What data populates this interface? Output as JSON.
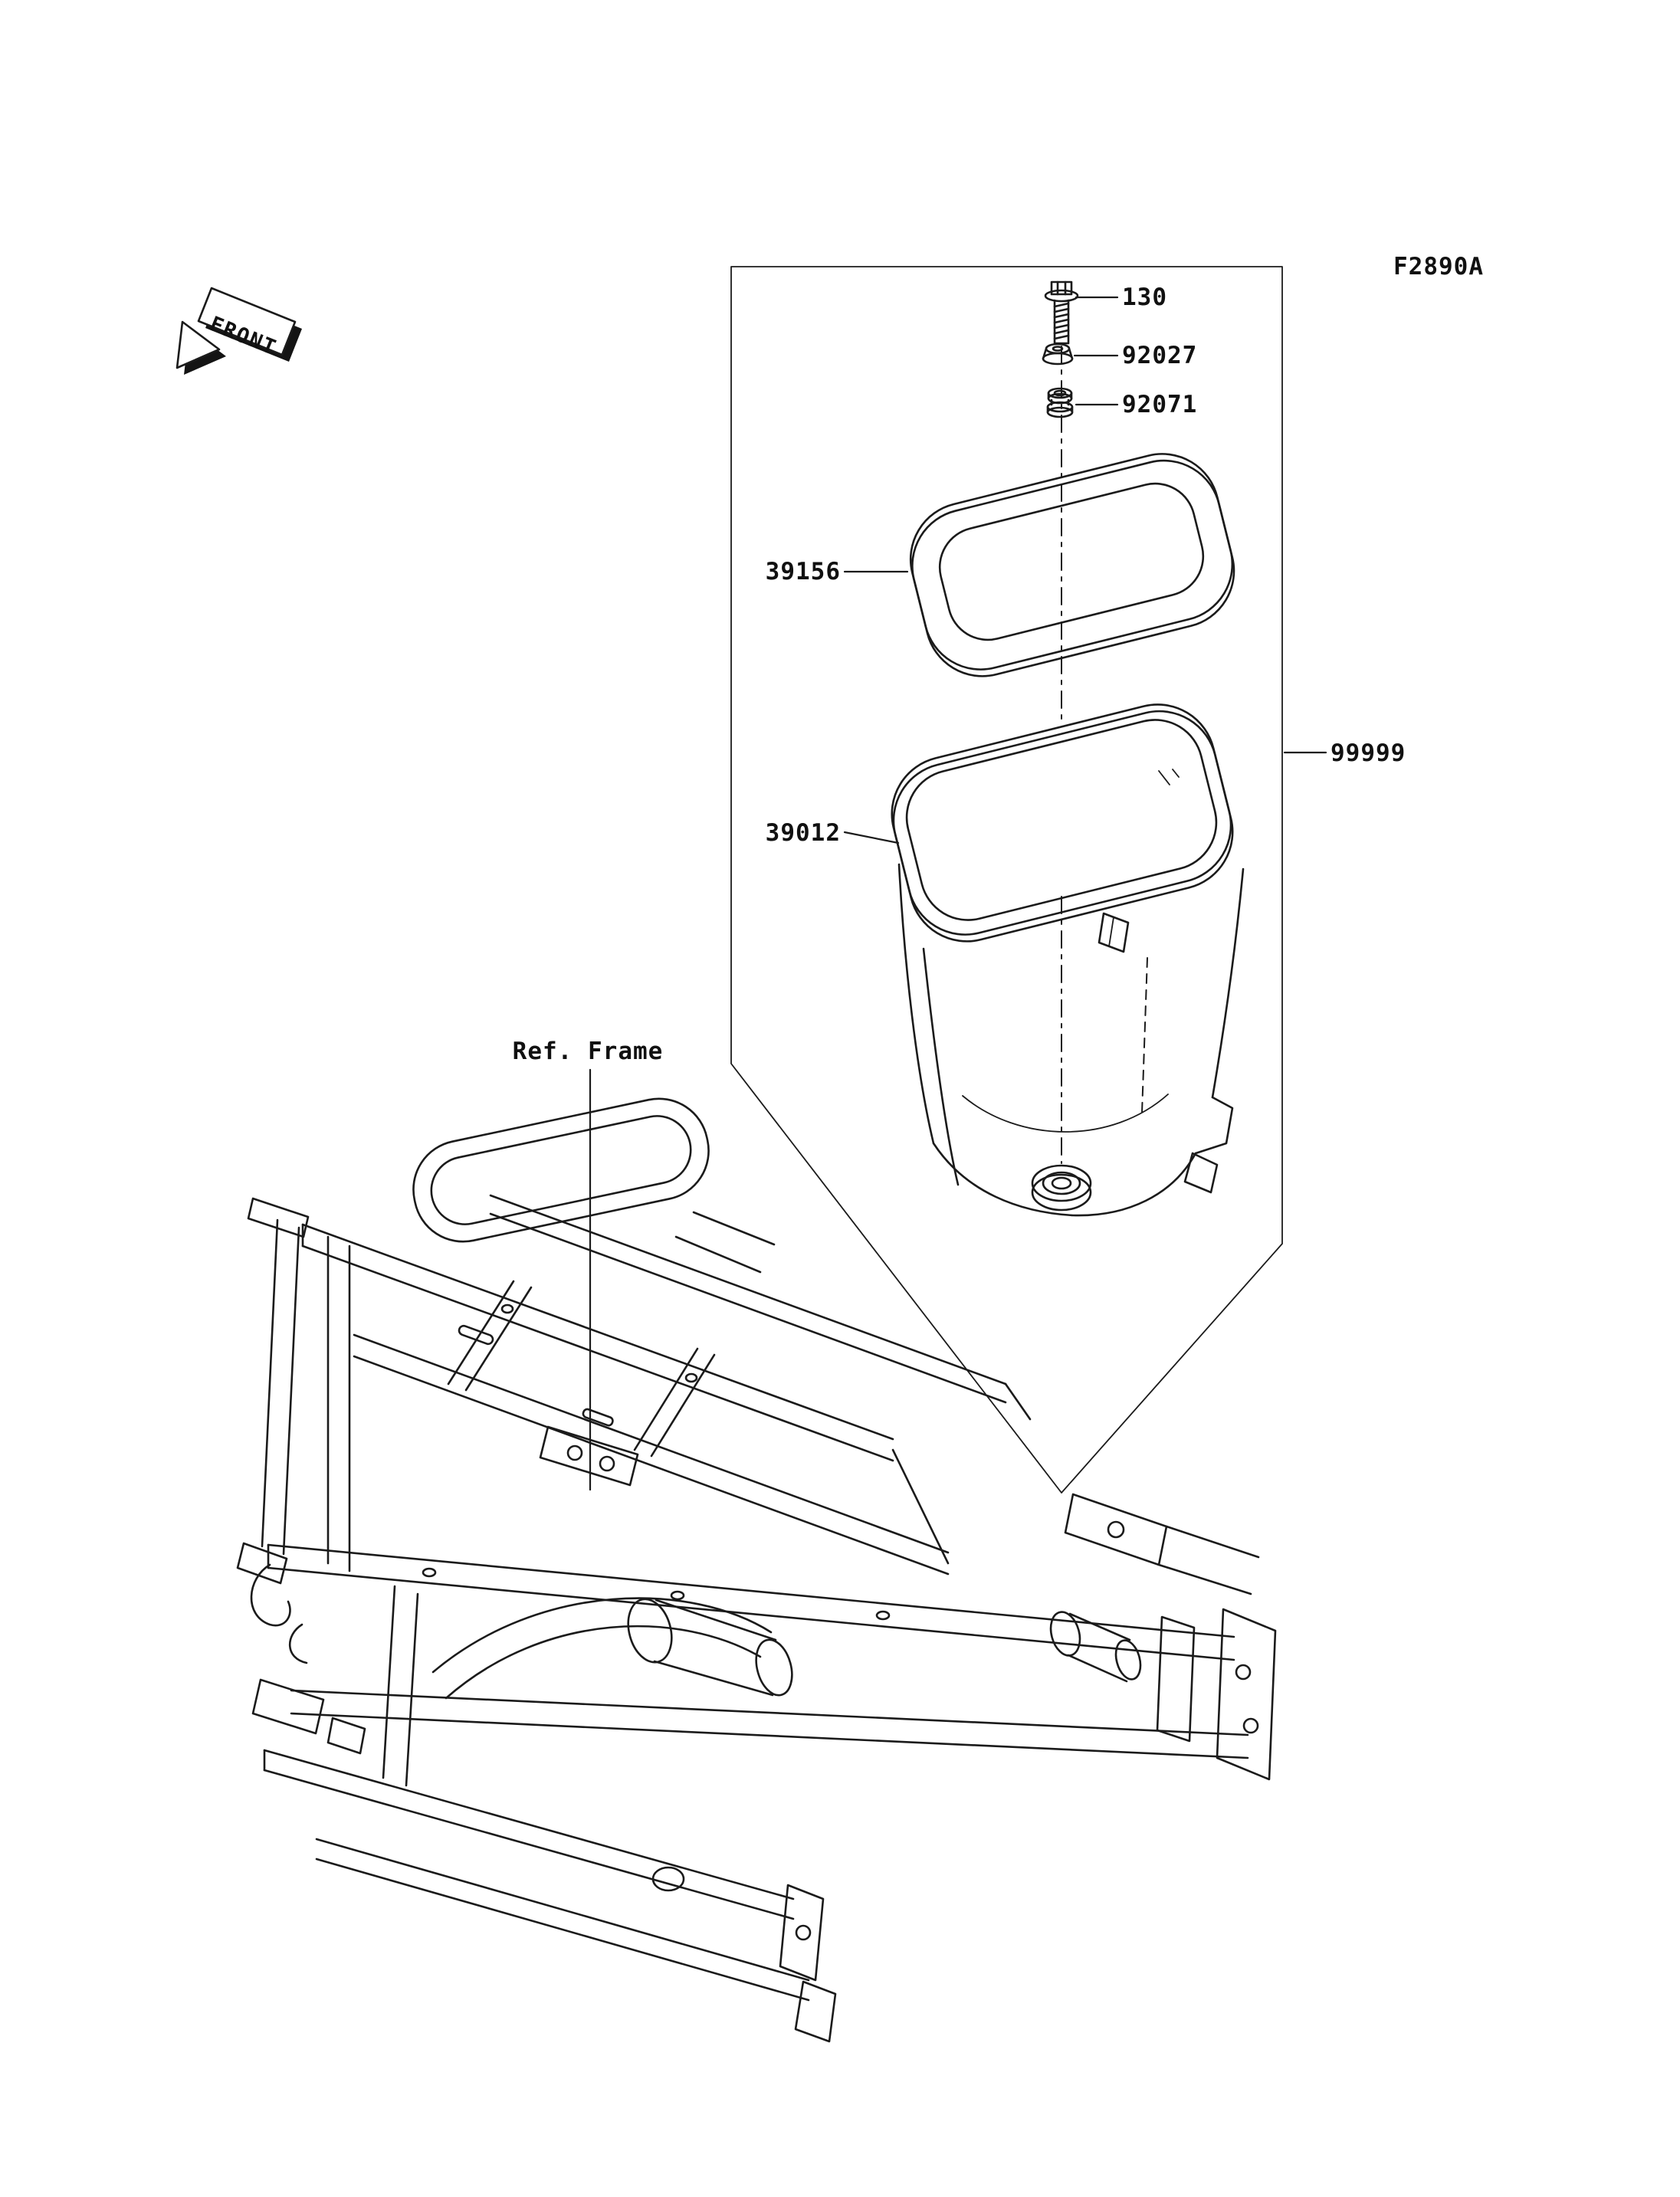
{
  "figure": {
    "code": "F2890A"
  },
  "front_marker": {
    "label": "FRONT"
  },
  "ref_frame": {
    "label": "Ref. Frame"
  },
  "parts": {
    "bolt": {
      "label": "130"
    },
    "damper": {
      "label": "92027"
    },
    "grommet": {
      "label": "92071"
    },
    "seal": {
      "label": "39156"
    },
    "case": {
      "label": "39012"
    },
    "assembly": {
      "label": "99999"
    }
  },
  "colors": {
    "line": "#1b1b1b",
    "background": "#ffffff"
  }
}
